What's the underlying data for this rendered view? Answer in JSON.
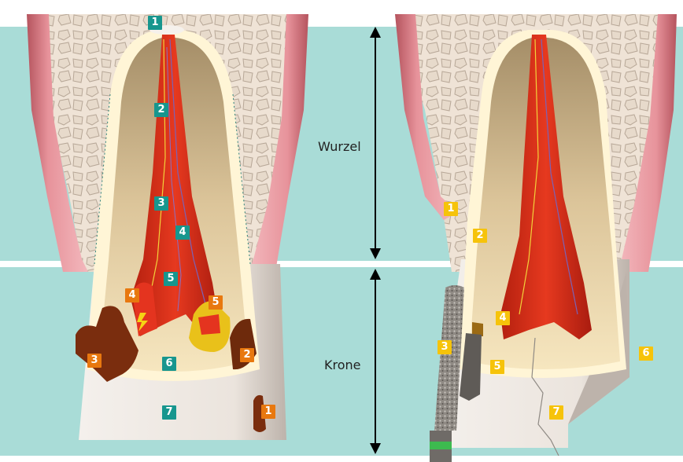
{
  "labels": {
    "root": "Wurzel",
    "crown": "Krone"
  },
  "left_tooth": {
    "teal_markers": [
      "1",
      "2",
      "3",
      "4",
      "5",
      "6",
      "7"
    ],
    "orange_markers": [
      "1",
      "2",
      "3",
      "4",
      "5"
    ]
  },
  "right_tooth": {
    "yellow_markers": [
      "1",
      "2",
      "3",
      "4",
      "5",
      "6",
      "7"
    ]
  },
  "colors": {
    "background_band": "#a9dcd7",
    "gum": "#e48f97",
    "bone": "#efe3d6",
    "dentin": "#f5e3b8",
    "enamel": "#f1ece8",
    "pulp": "#d42d1f",
    "caries": "#7a2d0e",
    "teal_marker": "#17968e",
    "orange_marker": "#e8780f",
    "yellow_marker": "#f6c30a"
  }
}
